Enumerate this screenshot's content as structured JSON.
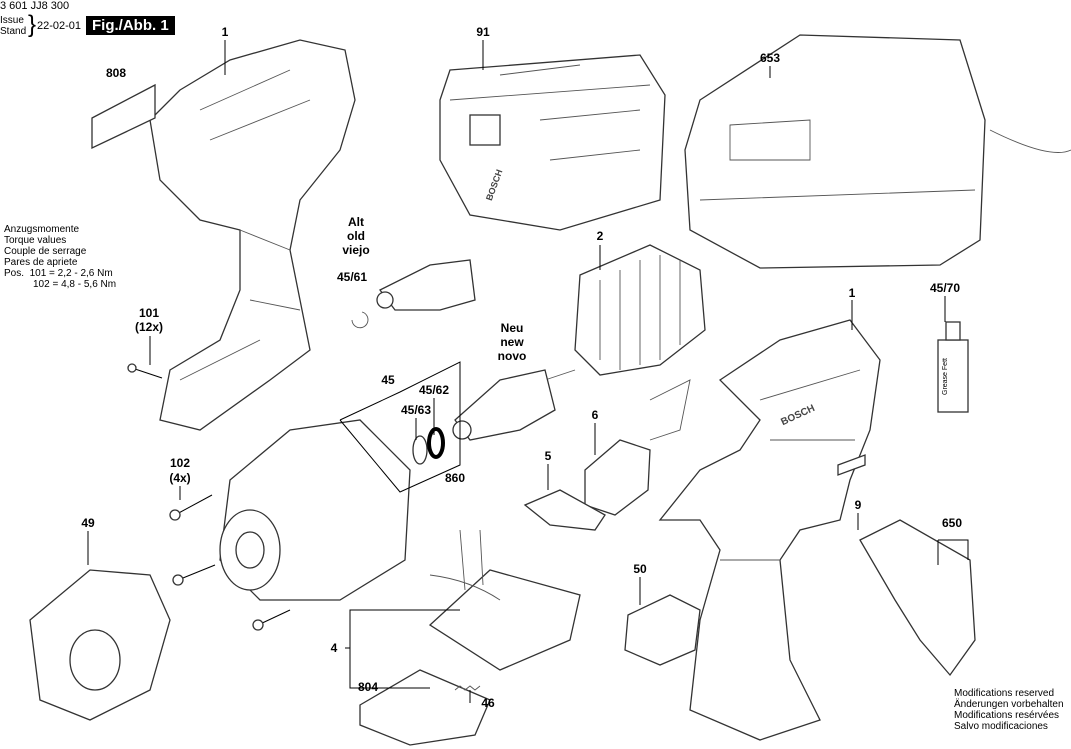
{
  "header": {
    "part_number": "3 601 JJ8 300",
    "issue_label": "Issue",
    "stand_label": "Stand",
    "date": "22-02-01",
    "figure": "Fig./Abb. 1"
  },
  "torque_note": {
    "lines": [
      "Anzugsmomente",
      "Torque values",
      "Couple de serrage",
      "Pares de apriete"
    ],
    "pos_label": "Pos.",
    "values": [
      "101 = 2,2 - 2,6 Nm",
      "102 = 4,8 - 5,6 Nm"
    ]
  },
  "modifications_note": [
    "Modifications reserved",
    "Änderungen vorbehalten",
    "Modifications resérvées",
    "Salvo modificaciones"
  ],
  "alt_label": [
    "Alt",
    "old",
    "viejo"
  ],
  "neu_label": [
    "Neu",
    "new",
    "novo"
  ],
  "callouts": {
    "housing_left": "1",
    "label_808": "808",
    "battery": "91",
    "charger": "653",
    "anvil_old": "45/61",
    "motor": "2",
    "screw_101": "101",
    "screw_101_qty": "(12x)",
    "housing_right": "1",
    "grease": "45/70",
    "grease_text": "Grease Fett",
    "impact_mech": "45",
    "oring": "45/62",
    "ring": "45/63",
    "switch": "6",
    "part_860": "860",
    "screw_102": "102",
    "screw_102_qty": "(4x)",
    "trigger": "5",
    "nameplate": "9",
    "belt_clip": "650",
    "cap": "49",
    "module": "50",
    "electronics": "4",
    "plate": "804",
    "spring": "46",
    "brand_mark": "BOSCH"
  }
}
